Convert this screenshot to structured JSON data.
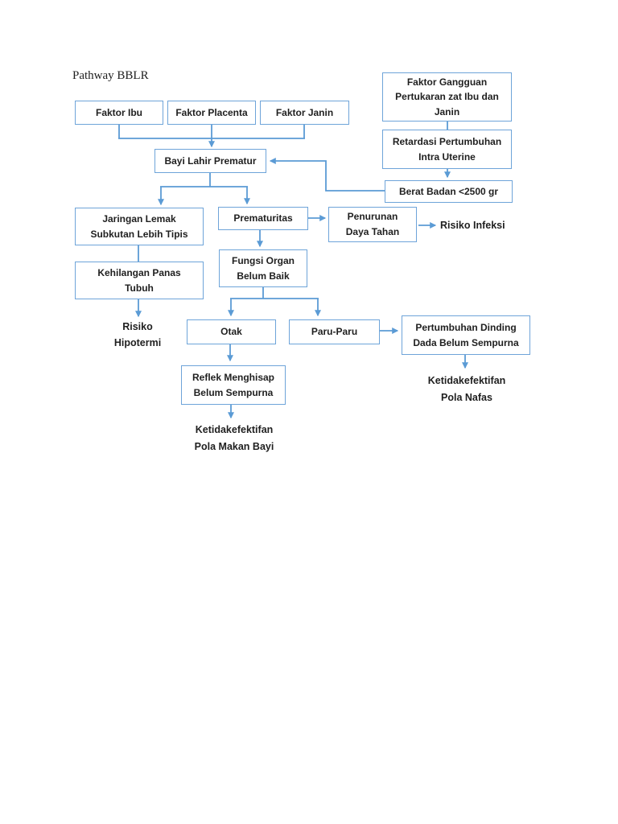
{
  "diagram": {
    "title": "Pathway BBLR",
    "boxes": {
      "faktor_ibu": "Faktor Ibu",
      "faktor_placenta": "Faktor Placenta",
      "faktor_janin": "Faktor Janin",
      "faktor_gangguan": "Faktor Gangguan\nPertukaran zat Ibu dan\nJanin",
      "retardasi": "Retardasi Pertumbuhan\nIntra Uterine",
      "berat_badan": "Berat Badan <2500 gr",
      "bayi_lahir_prematur": "Bayi Lahir Prematur",
      "jaringan_lemak": "Jaringan Lemak\nSubkutan Lebih Tipis",
      "prematuritas": "Prematuritas",
      "penurunan_daya_tahan": "Penurunan\nDaya Tahan",
      "kehilangan_panas": "Kehilangan Panas\nTubuh",
      "fungsi_organ": "Fungsi Organ\nBelum Baik",
      "otak": "Otak",
      "paru_paru": "Paru-Paru",
      "reflek_menghisap": "Reflek Menghisap\nBelum Sempurna",
      "pertumbuhan_dinding": "Pertumbuhan Dinding\nDada Belum Sempurna"
    },
    "outcomes": {
      "risiko_infeksi": "Risiko Infeksi",
      "risiko_hipotermi": "Risiko\nHipotermi",
      "ketidakefektifan_pola_makan": "Ketidakefektifan\nPola Makan Bayi",
      "ketidakefektifan_pola_nafas": "Ketidakefektifan\nPola Nafas"
    },
    "colors": {
      "box_border": "#6EA4D9",
      "connector": "#5B9BD5",
      "text": "#1F1F1F",
      "page_background": "#FFFFFF"
    }
  }
}
